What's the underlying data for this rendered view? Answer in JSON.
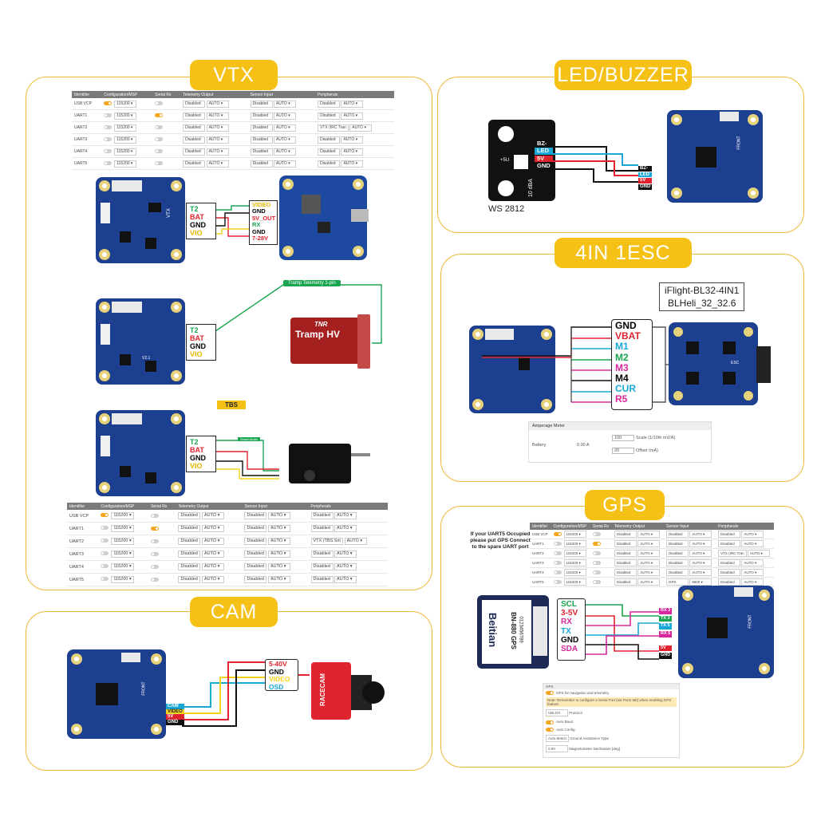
{
  "sections": {
    "vtx": "VTX",
    "led": "LED/BUZZER",
    "esc": "4IN 1ESC",
    "cam": "CAM",
    "gps": "GPS"
  },
  "ports_table": {
    "headers": [
      "Identifier",
      "Configuration/MSP",
      "Serial Rx",
      "Telemetry Output",
      "Sensor Input",
      "Peripherals"
    ],
    "rows": [
      {
        "id": "USB VCP",
        "baud": "115200",
        "tel": "Disabled",
        "tel2": "AUTO",
        "sen": "Disabled",
        "sen2": "AUTO",
        "per": "Disabled",
        "per2": "AUTO"
      },
      {
        "id": "UART1",
        "baud": "115200",
        "tel": "Disabled",
        "tel2": "AUTO",
        "sen": "Disabled",
        "sen2": "AUTO",
        "per": "Disabled",
        "per2": "AUTO"
      },
      {
        "id": "UART2",
        "baud": "115200",
        "tel": "Disabled",
        "tel2": "AUTO",
        "sen": "Disabled",
        "sen2": "AUTO",
        "per": "VTX (IRC Tran",
        "per2": "AUTO"
      },
      {
        "id": "UART3",
        "baud": "115200",
        "tel": "Disabled",
        "tel2": "AUTO",
        "sen": "Disabled",
        "sen2": "AUTO",
        "per": "Disabled",
        "per2": "AUTO"
      },
      {
        "id": "UART4",
        "baud": "115200",
        "tel": "Disabled",
        "tel2": "AUTO",
        "sen": "Disabled",
        "sen2": "AUTO",
        "per": "Disabled",
        "per2": "AUTO"
      },
      {
        "id": "UART5",
        "baud": "115200",
        "tel": "Disabled",
        "tel2": "AUTO",
        "sen": "Disabled",
        "sen2": "AUTO",
        "per": "Disabled",
        "per2": "AUTO"
      }
    ],
    "rows_bottom_per": [
      "Disabled",
      "Disabled",
      "VTX (TBS Sm",
      "Disabled",
      "Disabled",
      "Disabled"
    ],
    "gps_rows": [
      {
        "id": "USB VCP",
        "baud": "115200",
        "tel": "Disabled",
        "tel2": "AUTO",
        "sen": "Disabled",
        "sen2": "AUTO",
        "per": "Disabled",
        "per2": "AUTO"
      },
      {
        "id": "UART1",
        "baud": "115200",
        "tel": "Disabled",
        "tel2": "AUTO",
        "sen": "Disabled",
        "sen2": "AUTO",
        "per": "Disabled",
        "per2": "AUTO"
      },
      {
        "id": "UART2",
        "baud": "115200",
        "tel": "Disabled",
        "tel2": "AUTO",
        "sen": "Disabled",
        "sen2": "AUTO",
        "per": "VTX (IRC Tran",
        "per2": "AUTO"
      },
      {
        "id": "UART3",
        "baud": "115200",
        "tel": "Disabled",
        "tel2": "AUTO",
        "sen": "Disabled",
        "sen2": "AUTO",
        "per": "Disabled",
        "per2": "AUTO"
      },
      {
        "id": "UART4",
        "baud": "115200",
        "tel": "Disabled",
        "tel2": "AUTO",
        "sen": "Disabled",
        "sen2": "AUTO",
        "per": "Disabled",
        "per2": "AUTO"
      },
      {
        "id": "UART5",
        "baud": "115200",
        "tel": "Disabled",
        "tel2": "AUTO",
        "sen": "GPS",
        "sen2": "9600",
        "per": "Disabled",
        "per2": "AUTO"
      }
    ]
  },
  "vtx_fc_pins": [
    "T2",
    "BAT",
    "GND",
    "VIO"
  ],
  "vtx_module_pins": [
    "VIDEO",
    "GND",
    "5V_OUT",
    "RX",
    "GND",
    "7-28V"
  ],
  "tramp_label": "Tramp Telemetry 1-pin",
  "tramp_name": "TNR",
  "tramp_model": "Tramp HV",
  "tbs_label": "TBS",
  "tbs_wire_label": "Smart Audio",
  "fc_side_label": "VTX",
  "fc_version": "V2.1",
  "led_pins": [
    "BZ-",
    "LED",
    "5V",
    "GND"
  ],
  "led_fc_pins": [
    "BZ-",
    "LED",
    "5V",
    "GND"
  ],
  "ws_label": "WS 2812",
  "ws_mark": "+5U",
  "ws_vertical": "10 dBA",
  "fc_front": "FRONT",
  "esc_title_line1": "iFlight-BL32-4IN1",
  "esc_title_line2": "BLHeli_32_32.6",
  "esc_pins": [
    "GND",
    "VBAT",
    "M1",
    "M2",
    "M3",
    "M4",
    "CUR",
    "R5"
  ],
  "esc_board_label": "ESC",
  "amperage": {
    "title": "Amperage Meter",
    "battery_label": "Battery",
    "battery_value": "0.00 A",
    "scale_value": "100",
    "scale_label": "Scale (1/10th mV/A)",
    "offset_value": "20",
    "offset_label": "Offset (mA)"
  },
  "cam_pins": [
    "5-40V",
    "GND",
    "VIDEO",
    "OSD"
  ],
  "cam_fc_pins": [
    "CAM",
    "VIDEO",
    "5V",
    "GND"
  ],
  "cam_brand": "RACECAM",
  "gps_note": "If your UART5 Occupied please put GPS Connect to the spare UART port",
  "gps_pins": [
    "SCL",
    "3-5V",
    "RX",
    "TX",
    "GND",
    "SDA"
  ],
  "gps_fc_pins": [
    "RX 3",
    "TX 3",
    "TX 5",
    "RX 5",
    "5V",
    "GND"
  ],
  "gps_brand": "Beitian",
  "gps_model": "BN-880 GPS",
  "gps_serial": "0123456789",
  "gps_panel": {
    "title": "GPS",
    "toggle_label": "GPS for navigation and telemetry",
    "note": "Note: Remember to configure a Serial Port (via Ports tab) when enabling GPS feature.",
    "protocol": "UBLOX",
    "protocol_label": "Protocol",
    "auto_baud": "Auto Baud",
    "auto_config": "Auto Config",
    "sbas": "Auto-detect",
    "sbas_label": "Ground Assistance Type",
    "decl": "0.00",
    "decl_label": "Magnetometer Declination [deg]"
  },
  "colors": {
    "accent": "#f5c116",
    "border": "#f0b73a",
    "board": "#1d3f8f",
    "wire_green": "#1aa650",
    "wire_red": "#e0242f",
    "wire_yellow": "#f3d21d",
    "wire_cyan": "#18a8d8",
    "wire_magenta": "#d6289c",
    "wire_black": "#111111"
  }
}
